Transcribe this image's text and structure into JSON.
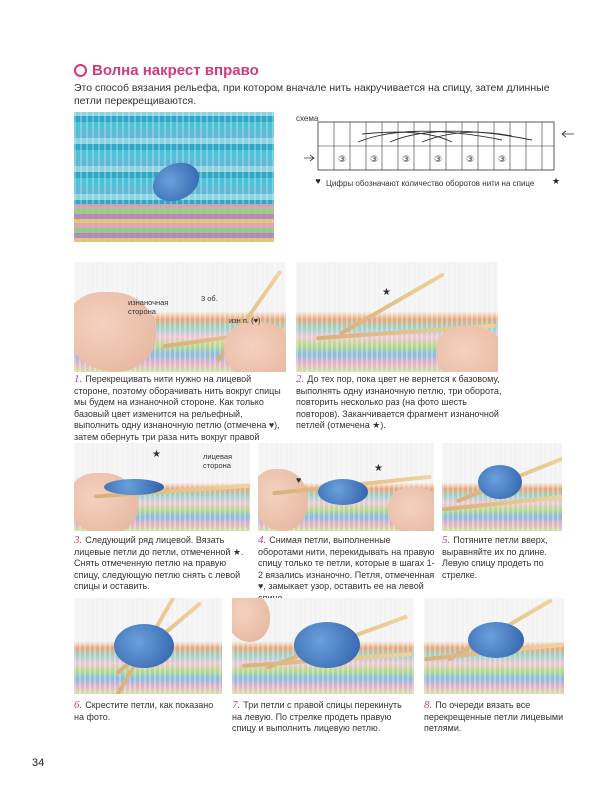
{
  "header": {
    "title": "Волна накрест вправо",
    "intro": "Это способ вязания рельефа, при котором вначале нить накручивается на спицу, затем длинные петли перекрещиваются."
  },
  "schema": {
    "label": "схема",
    "caption": "Цифры обозначают количество оборотов нити на спице",
    "wrap_count": "③"
  },
  "photo1": {
    "label_back_side": "изнаночная сторона",
    "label_wraps": "3 об.",
    "label_purl": "изн п. (♥)"
  },
  "photo3": {
    "label_front_side": "лицевая сторона"
  },
  "steps": [
    {
      "num": "1.",
      "text": "Перекрещивать нити нужно на лицевой стороне, поэтому оборачивать нить вокруг спицы мы будем на изнаночной стороне. Как только базовый цвет изменится на рельефный, выполнить одну изнаночную петлю (отмечена ♥), затем обернуть три раза нить вокруг правой спицы."
    },
    {
      "num": "2.",
      "text": "До тех пор, пока цвет не вернется к базовому, выполнять одну изнаночную петлю, три оборота, повторить несколько раз (на фото шесть повторов). Заканчивается фрагмент изнаночной петлей (отмечена ★)."
    },
    {
      "num": "3.",
      "text": "Следующий ряд лицевой. Вязать лицевые петли до петли, отмеченной ★. Снять отмеченную петлю на правую спицу, следующую петлю снять с левой спицы и оставить."
    },
    {
      "num": "4.",
      "text": "Снимая петли, выполненные оборотами нити, перекидывать на правую спицу только те петли, которые в шагах 1-2 вязались изнаночно. Петля, отмеченная ♥, замыкает узор, оставить ее на левой спице."
    },
    {
      "num": "5.",
      "text": "Потяните петли вверх, выравняйте их по длине. Левую спицу продеть по стрелке."
    },
    {
      "num": "6.",
      "text": "Скрестите петли, как показано на фото."
    },
    {
      "num": "7.",
      "text": "Три петли с правой спицы перекинуть на левую. По стрелке продеть правую спицу и выполнить лицевую петлю."
    },
    {
      "num": "8.",
      "text": "По очереди вязать все перекрещенные петли лицевыми петлями."
    }
  ],
  "page_number": "34"
}
